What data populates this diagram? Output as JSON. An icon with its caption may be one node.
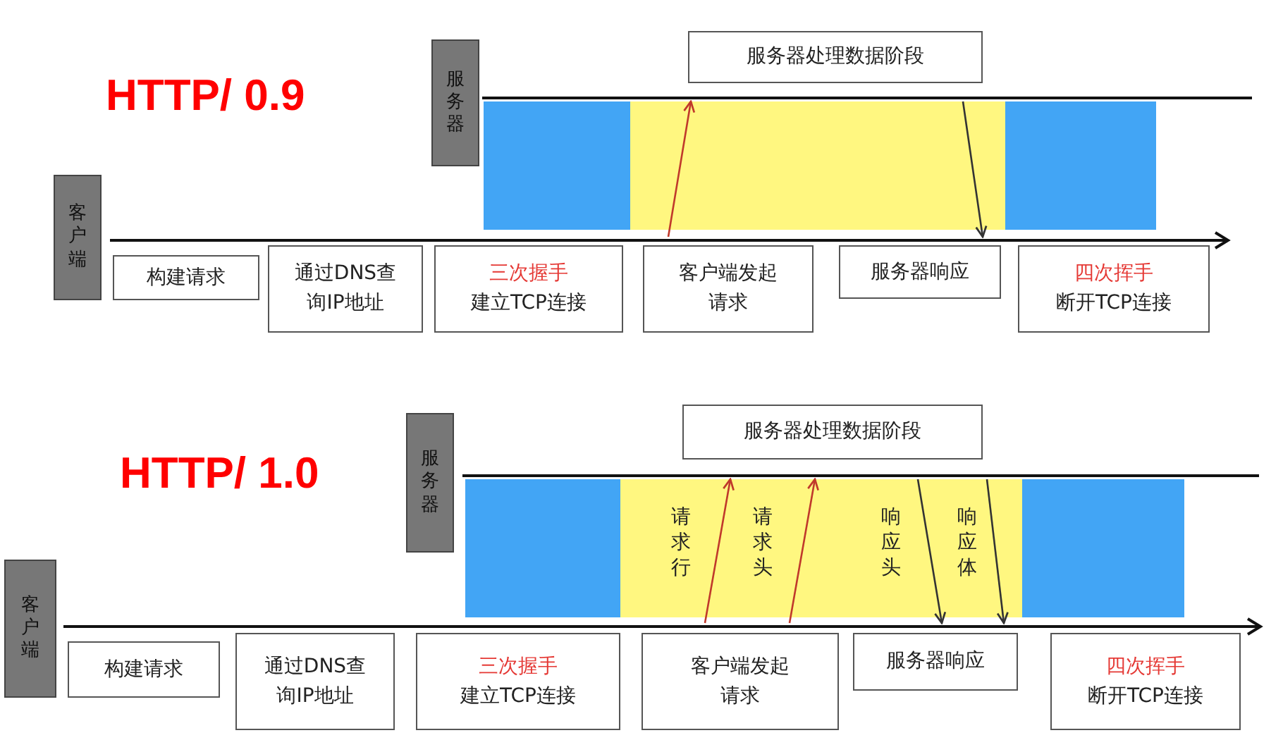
{
  "diagram": {
    "nodes": [
      {
        "text": [
          "服务器"
        ]
      },
      {
        "text": [
          "服务器处理数据阶段"
        ]
      },
      {
        "text": [
          "客户端"
        ]
      },
      {
        "text": [],
        "shape": "line"
      },
      {
        "text": [],
        "shape": "line"
      },
      {
        "text": [
          "构建请求"
        ]
      },
      {
        "text": [
          "通过DNS查询IP地址"
        ]
      },
      {
        "text": [
          "三次握手",
          "建立TCP连接"
        ]
      },
      {
        "text": [
          "客户端发起请求"
        ]
      },
      {
        "text": [
          "服务器响应"
        ]
      },
      {
        "text": [
          "四次挥手",
          "断开TCP连接"
        ]
      },
      {
        "text": [
          "服务器"
        ]
      },
      {
        "text": [
          "服务器处理数据阶段"
        ]
      },
      {
        "text": [
          "客户端"
        ]
      },
      {
        "text": [],
        "shape": "line"
      },
      {
        "text": [],
        "shape": "line"
      },
      {
        "text": [
          "构建请求"
        ]
      },
      {
        "text": [
          "通过DNS查询IP地址"
        ]
      },
      {
        "text": [
          "三次握手",
          "建立TCP连接"
        ]
      },
      {
        "text": [
          "客户端发起请求"
        ]
      },
      {
        "text": [
          "服务器响应"
        ]
      },
      {
        "text": [
          "四次挥手",
          "断开TCP连接"
        ]
      },
      {
        "text": [],
        "shape": "box"
      },
      {
        "text": [],
        "shape": "box"
      },
      {
        "text": [],
        "shape": "box"
      },
      {
        "text": [],
        "shape": "box"
      }
    ],
    "edges": [
      {
        "from": 4,
        "to": 3,
        "arrow": "to",
        "color": "#c0392b"
      },
      {
        "from": 3,
        "to": 4,
        "arrow": "to",
        "color": "#333333"
      },
      {
        "from": 15,
        "to": 14,
        "arrow": "to",
        "label": "请求行",
        "color": "#c0392b"
      },
      {
        "from": 15,
        "to": 14,
        "arrow": "to",
        "label": "请求头",
        "color": "#c0392b"
      },
      {
        "from": 14,
        "to": 15,
        "arrow": "to",
        "label": "响应头",
        "color": "#333333"
      },
      {
        "from": 14,
        "to": 15,
        "arrow": "to",
        "label": "响应体",
        "color": "#333333"
      }
    ],
    "labels": [
      "HTTP/ 0.9",
      "HTTP/ 1.0"
    ]
  }
}
